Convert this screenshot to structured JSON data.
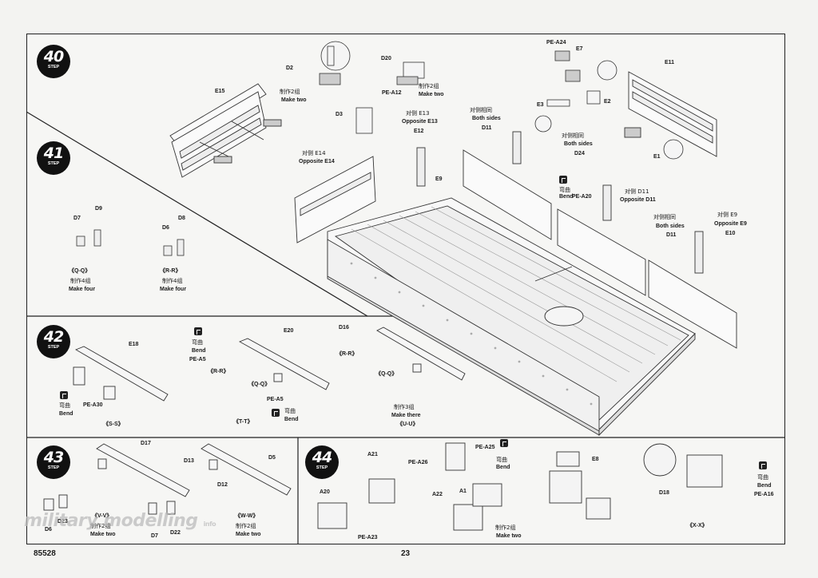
{
  "page": {
    "number": "23",
    "kit": "85528"
  },
  "steps": {
    "s40": "40",
    "s41": "41",
    "s42": "42",
    "s43": "43",
    "s44": "44",
    "word": "STEP"
  },
  "labels": {
    "D2": "D2",
    "D3": "D3",
    "D20": "D20",
    "PEA12": "PE-A12",
    "make2_zh_a": "制作2组",
    "make2_en_a": "Make two",
    "make2_zh_b": "制作2组",
    "make2_en_b": "Make two",
    "E15": "E15",
    "PEA24": "PE-A24",
    "E7": "E7",
    "E3": "E3",
    "E2": "E2",
    "E1": "E1",
    "E11": "E11",
    "opp_e13_zh": "对侧 E13",
    "opp_e13_en": "Opposite E13",
    "E12": "E12",
    "both_zh_1": "对侧相同",
    "both_en_1": "Both sides",
    "D11_a": "D11",
    "both_zh_2": "对侧相同",
    "both_en_2": "Both sides",
    "D24": "D24",
    "opp_e14_zh": "对侧 E14",
    "opp_e14_en": "Opposite E14",
    "E9a": "E9",
    "bend_zh_1": "弯曲",
    "bend_en_1": "Bend",
    "PEA20": "PE-A20",
    "opp_d11_zh": "对侧 D11",
    "opp_d11_en": "Opposite D11",
    "both_zh_3": "对侧相同",
    "both_en_3": "Both sides",
    "D11_b": "D11",
    "opp_e9_zh": "对侧 E9",
    "opp_e9_en": "Opposite E9",
    "E10": "E10",
    "D7": "D7",
    "D9": "D9",
    "D6": "D6",
    "D8": "D8",
    "qq_a": "《Q-Q》",
    "make4_zh_a": "制作4组",
    "make4_en_a": "Make four",
    "rr_a": "《R-R》",
    "make4_zh_b": "制作4组",
    "make4_en_b": "Make four",
    "E18": "E18",
    "bend_zh_2": "弯曲",
    "bend_en_2": "Bend",
    "PEA30": "PE-A30",
    "ss": "《S-S》",
    "bend_zh_3": "弯曲",
    "bend_en_3": "Bend",
    "PEA5a": "PE-A5",
    "rr_b": "《R-R》",
    "E20": "E20",
    "qq_b": "《Q-Q》",
    "PEA5b": "PE-A5",
    "bend_zh_4": "弯曲",
    "bend_en_4": "Bend",
    "tt": "《T-T》",
    "D16": "D16",
    "rr_c": "《R-R》",
    "qq_c": "《Q-Q》",
    "make3_zh": "制作3组",
    "make3_en": "Make there",
    "uu": "《U-U》",
    "D17": "D17",
    "D13": "D13",
    "D5": "D5",
    "D12": "D12",
    "D23": "D23",
    "D6b": "D6",
    "vv": "《V-V》",
    "make2_zh_c": "制作2组",
    "make2_en_c": "Make two",
    "D7b": "D7",
    "D22": "D22",
    "ww": "《W-W》",
    "make2_zh_d": "制作2组",
    "make2_en_d": "Make two",
    "A21": "A21",
    "A20": "A20",
    "PEA23": "PE-A23",
    "PEA26": "PE-A26",
    "PEA25": "PE-A25",
    "bend_zh_5": "弯曲",
    "bend_en_5": "Bend",
    "A22": "A22",
    "A1": "A1",
    "make2_zh_e": "制作2组",
    "make2_en_e": "Make two",
    "E8": "E8",
    "D18": "D18",
    "bend_zh_6": "弯曲",
    "bend_en_6": "Bend",
    "PEA16": "PE-A16",
    "xx": "《X-X》"
  },
  "watermark": {
    "main": "military modelling",
    "sub": "info"
  },
  "colors": {
    "ink": "#1a1a1a",
    "paper": "#f4f4f2",
    "line": "#333333"
  }
}
